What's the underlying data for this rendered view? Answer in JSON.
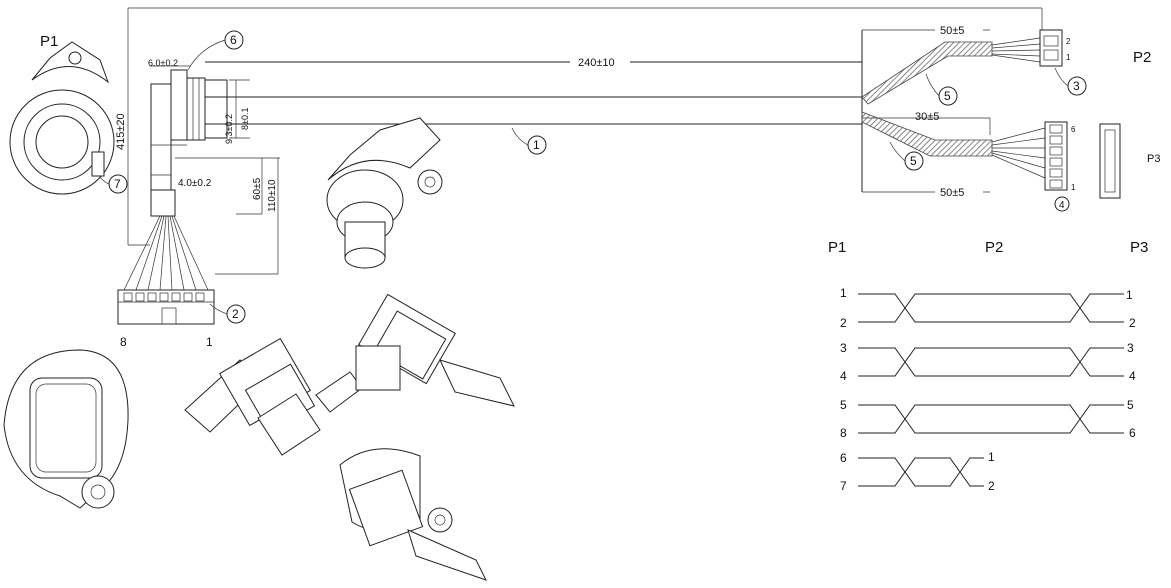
{
  "labels": {
    "p1": "P1",
    "p2": "P2",
    "p3": "P3",
    "table_p1": "P1",
    "table_p2": "P2",
    "table_p3": "P3"
  },
  "dimensions": {
    "total_length": "415±20",
    "main_length": "240±10",
    "p2_branch": "50±5",
    "p3_split": "30±5",
    "p3_branch": "50±5",
    "flange_thickness": "6.0±0.2",
    "body_dim_a": "9.3±0.2",
    "body_dim_b": "8±0.1",
    "lower_width": "4.0±0.2",
    "lead_short": "60±5",
    "lead_long": "110±10"
  },
  "callouts": [
    "1",
    "2",
    "3",
    "4",
    "5",
    "5",
    "6",
    "7"
  ],
  "connector_pins": {
    "p1_left": "8",
    "p1_right": "1",
    "p2_top": "2",
    "p2_bottom": "1",
    "p3_top": "6",
    "p3_bottom": "1"
  },
  "wiring_table": [
    {
      "left_a": "1",
      "left_b": "2",
      "right_a": "1",
      "right_b": "2"
    },
    {
      "left_a": "3",
      "left_b": "4",
      "right_a": "3",
      "right_b": "4"
    },
    {
      "left_a": "5",
      "left_b": "8",
      "right_a": "5",
      "right_b": "6"
    },
    {
      "left_a": "6",
      "left_b": "7",
      "right_a": "1",
      "right_b": "2"
    }
  ]
}
